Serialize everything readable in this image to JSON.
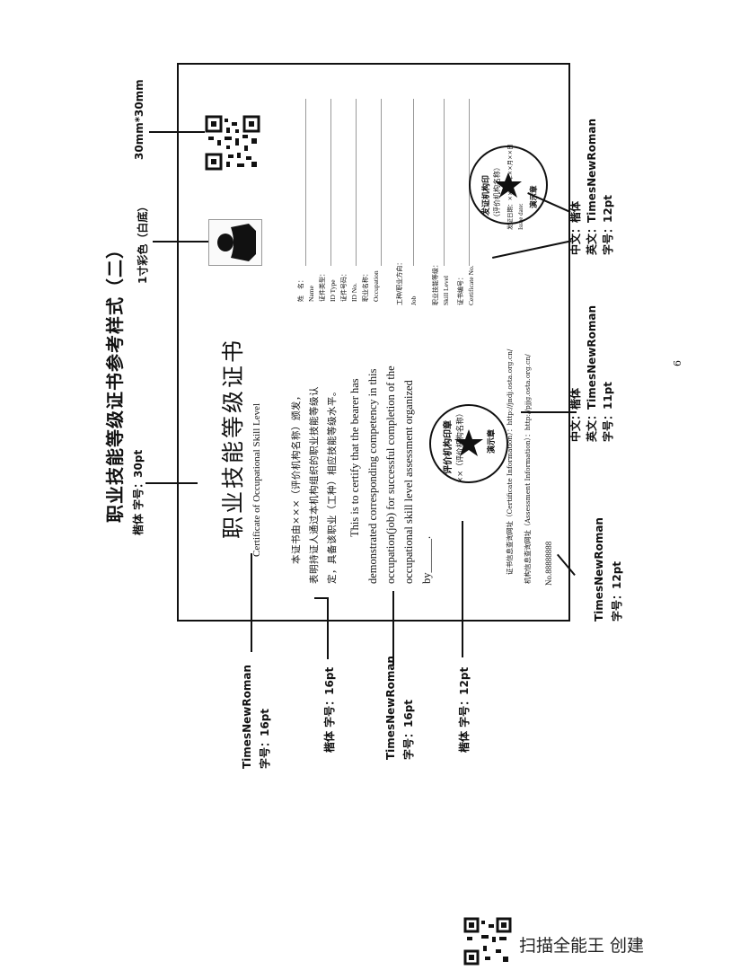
{
  "page_title": "职业技能等级证书参考样式（二）",
  "certificate": {
    "title_cn": "职业技能等级证书",
    "title_en": "Certificate of Occupational Skill Level",
    "body_cn_1": "本证书由×××（评价机构名称）颁发，",
    "body_cn_2": "表明持证人通过本机构组织的职业技能等级认",
    "body_cn_3": "定，具备该职业（工种）相应技能等级水平。",
    "body_en_1": "This is to certify that the bearer has",
    "body_en_2": "demonstrated corresponding competency in this",
    "body_en_3": "occupation(job) for successful completion of the",
    "body_en_4": "occupational skill level assessment organized",
    "body_en_5": "by______.",
    "query_1": "证书信息查询网址（Certificate Information）：http://jndj.osta.org.cn/",
    "query_2": "机构信息查询网址（Assessment Information）：http://pjjg.osta.org.cn/",
    "cert_no": "No.88888888",
    "stamp_left_top": "评价机构印章",
    "stamp_left_bottom": "演示章",
    "stamp_left_side": "××（评价机构名称）",
    "stamp_right_top": "发证机构印",
    "stamp_right_bottom": "演示章",
    "stamp_right_side": "（评价机构名称）",
    "issue_date_cn": "发证日期：××××年××月××日",
    "issue_date_en": "Issue date:",
    "fields": [
      {
        "cn": "姓　名：",
        "en": "Name"
      },
      {
        "cn": "证件类型：",
        "en": "ID Type"
      },
      {
        "cn": "证件号码：",
        "en": "ID No."
      },
      {
        "cn": "职业名称：",
        "en": "Occupation"
      },
      {
        "cn": "工种/职业方向：",
        "en": "Job"
      },
      {
        "cn": "职业技能等级：",
        "en": "Skill Level"
      },
      {
        "cn": "证书编号：",
        "en": "Certificate No."
      }
    ]
  },
  "annotations": {
    "photo": "1寸彩色（白底）",
    "qr_size": "30mm*30mm",
    "title_font": "楷体 字号：30pt",
    "en_title_font_1": "TimesNewRoman",
    "en_title_font_2": "字号：16pt",
    "body_cn_font": "楷体 字号：16pt",
    "body_en_font_1": "TimesNewRoman",
    "body_en_font_2": "字号：16pt",
    "stamp_font": "楷体 字号：12pt",
    "no_font_1": "TimesNewRoman",
    "no_font_2": "字号：12pt",
    "query_font_1": "中文：楷体",
    "query_font_2": "英文：TimesNewRoman",
    "query_font_3": "字号：11pt",
    "fields_font_1": "中文：楷体",
    "fields_font_2": "英文：TimesNewRoman",
    "fields_font_3": "字号：12pt"
  },
  "page_number": "6",
  "footer": {
    "app_label": "扫描全能王 创建"
  }
}
